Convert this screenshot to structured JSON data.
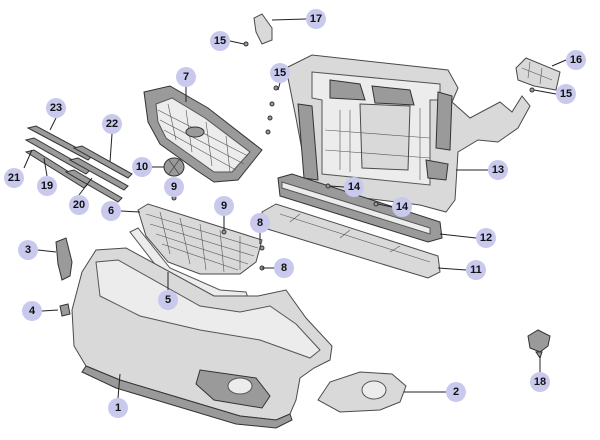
{
  "colors": {
    "callout_fill": "#c9c9ee",
    "callout_text": "#111111",
    "part_fill": "#d9d9d9",
    "part_stroke": "#4a4a4a"
  },
  "callouts": {
    "c1": "1",
    "c2": "2",
    "c3": "3",
    "c4": "4",
    "c5": "5",
    "c6": "6",
    "c7": "7",
    "c8a": "8",
    "c8b": "8",
    "c9a": "9",
    "c9b": "9",
    "c10": "10",
    "c11": "11",
    "c12": "12",
    "c13": "13",
    "c14a": "14",
    "c14b": "14",
    "c15a": "15",
    "c15b": "15",
    "c15c": "15",
    "c16": "16",
    "c17": "17",
    "c18": "18",
    "c19": "19",
    "c20": "20",
    "c21": "21",
    "c22": "22",
    "c23": "23"
  }
}
